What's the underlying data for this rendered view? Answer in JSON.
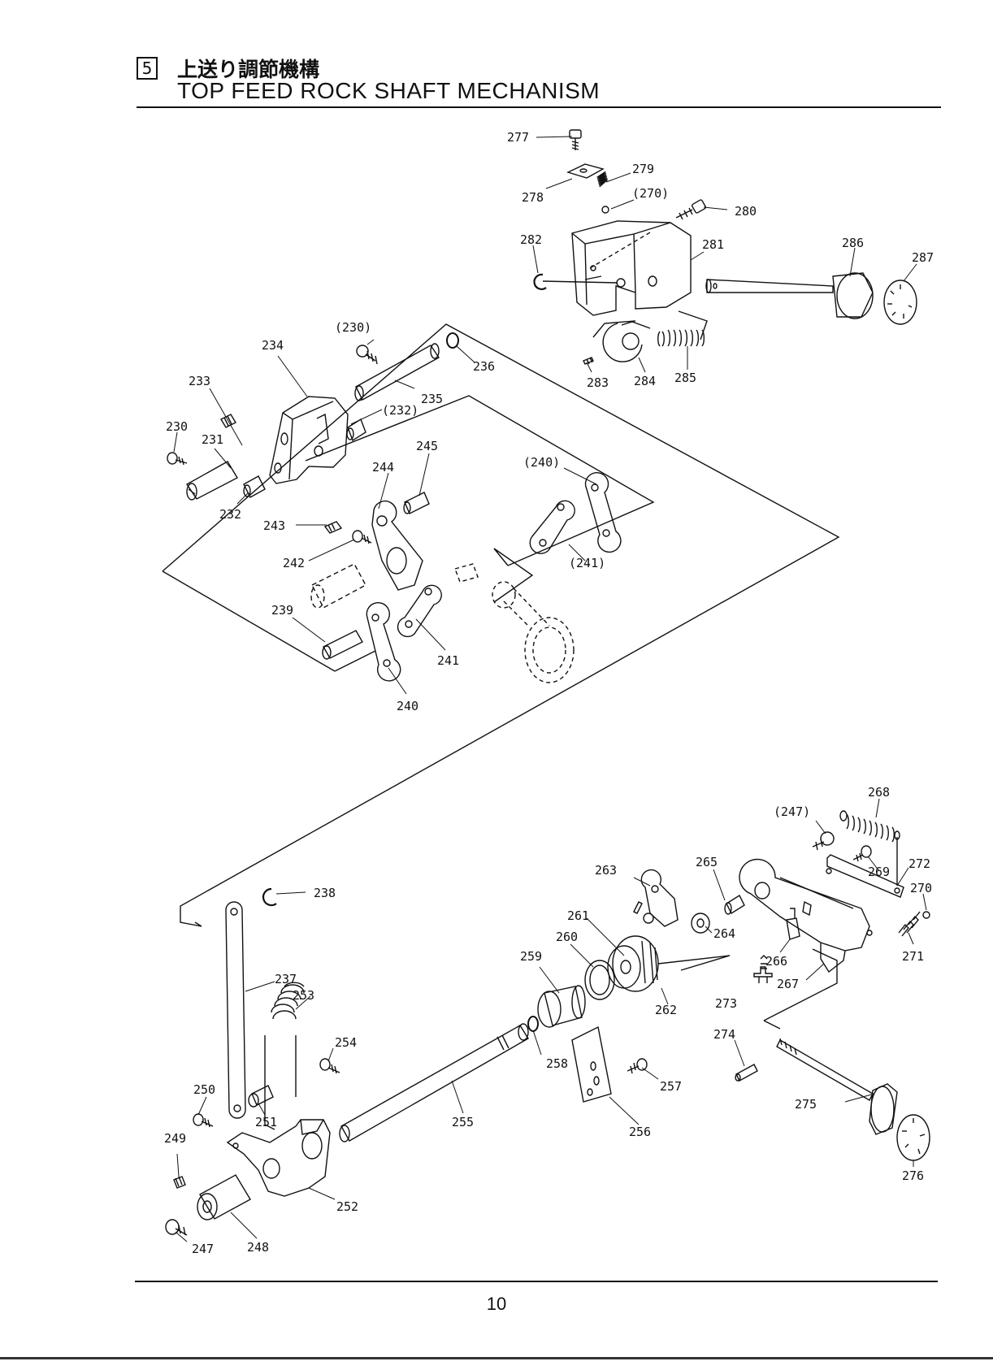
{
  "header": {
    "section_number": "5",
    "title_jp": "上送り調節機構",
    "title_en": "TOP FEED ROCK SHAFT MECHANISM"
  },
  "page_number": "10",
  "part_labels": {
    "p277": "277",
    "p278": "278",
    "p279": "279",
    "p270a": "(270)",
    "p280": "280",
    "p282": "282",
    "p281": "281",
    "p286": "286",
    "p287": "287",
    "p283": "283",
    "p284": "284",
    "p285": "285",
    "p230a": "(230)",
    "p234": "234",
    "p236": "236",
    "p233": "233",
    "p235": "235",
    "p232a": "(232)",
    "p230": "230",
    "p231": "231",
    "p245": "245",
    "p244": "244",
    "p240a": "(240)",
    "p232": "232",
    "p243": "243",
    "p242": "242",
    "p241a": "(241)",
    "p239": "239",
    "p241": "241",
    "p240": "240",
    "p268": "268",
    "p247a": "(247)",
    "p263": "263",
    "p265": "265",
    "p269": "269",
    "p272": "272",
    "p270": "270",
    "p238": "238",
    "p261": "261",
    "p264": "264",
    "p260": "260",
    "p259": "259",
    "p266": "266",
    "p271": "271",
    "p267": "267",
    "p237": "237",
    "p253": "253",
    "p262": "262",
    "p273": "273",
    "p274": "274",
    "p254": "254",
    "p258": "258",
    "p257": "257",
    "p250": "250",
    "p275": "275",
    "p251": "251",
    "p255": "255",
    "p256": "256",
    "p249": "249",
    "p276": "276",
    "p252": "252",
    "p247": "247",
    "p248": "248"
  }
}
